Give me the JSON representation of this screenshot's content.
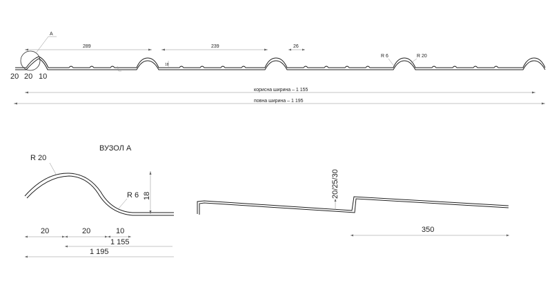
{
  "top_view": {
    "callout_label": "A",
    "dims": {
      "span_289": "289",
      "span_239": "239",
      "span_26": "26",
      "r6": "R 6",
      "r20": "R 20",
      "height_18": "18",
      "left_20a": "20",
      "left_20b": "20",
      "left_10": "10",
      "useful_width": "корисна ширина – 1 155",
      "total_width": "повна ширина – 1 195"
    }
  },
  "node_view": {
    "title": "ВУЗОЛ А",
    "r20": "R 20",
    "r6": "R 6",
    "height_18": "18",
    "dim_20a": "20",
    "dim_20b": "20",
    "dim_10": "10",
    "dim_1155": "1 155",
    "dim_1195": "1 195"
  },
  "side_view": {
    "step_height": "20/25/30",
    "length_350": "350"
  }
}
